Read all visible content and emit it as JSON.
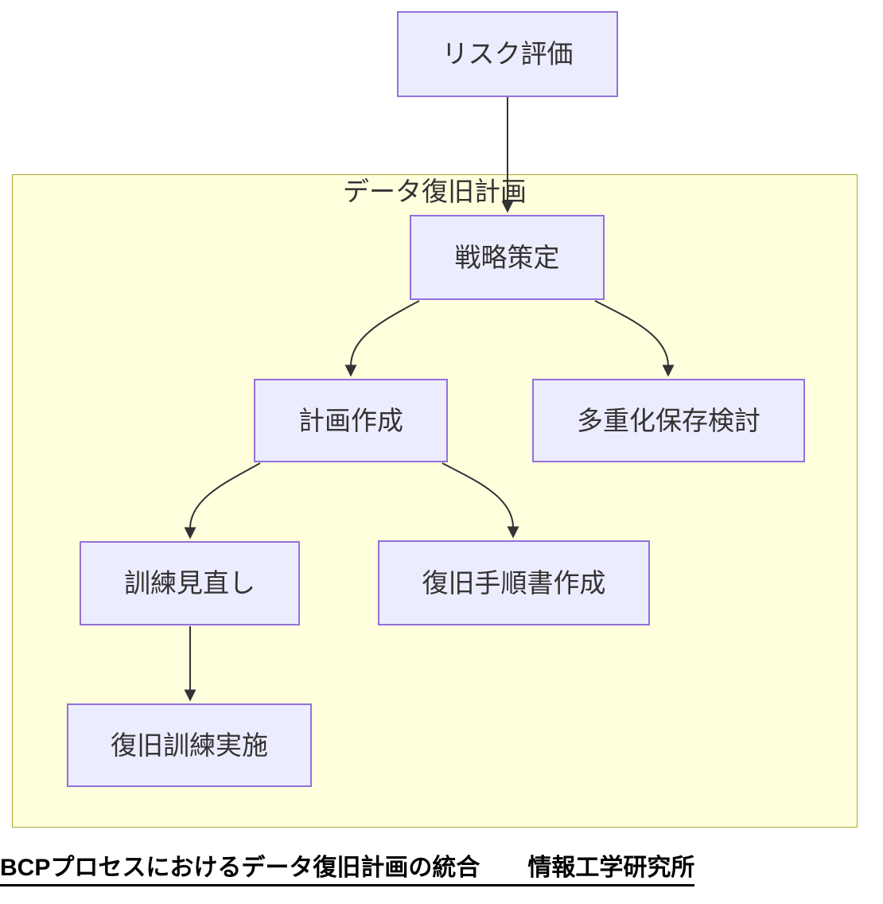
{
  "cluster": {
    "label": "データ復旧計画"
  },
  "nodes": {
    "risk": {
      "label": "リスク評価"
    },
    "strategy": {
      "label": "戦略策定"
    },
    "plan": {
      "label": "計画作成"
    },
    "redundancy": {
      "label": "多重化保存検討"
    },
    "training_review": {
      "label": "訓練見直し"
    },
    "procedure_doc": {
      "label": "復旧手順書作成"
    },
    "training_exec": {
      "label": "復旧訓練実施"
    }
  },
  "edges": [
    {
      "from": "リスク評価",
      "to": "戦略策定"
    },
    {
      "from": "戦略策定",
      "to": "計画作成"
    },
    {
      "from": "戦略策定",
      "to": "多重化保存検討"
    },
    {
      "from": "計画作成",
      "to": "訓練見直し"
    },
    {
      "from": "計画作成",
      "to": "復旧手順書作成"
    },
    {
      "from": "訓練見直し",
      "to": "復旧訓練実施"
    }
  ],
  "caption": "BCPプロセスにおけるデータ復旧計画の統合　　情報工学研究所",
  "colors": {
    "node_fill": "#ECECFF",
    "node_border": "#9370DB",
    "cluster_fill": "#FFFFDE",
    "cluster_border": "#AAAA33",
    "edge": "#333333",
    "text": "#333333",
    "caption": "#000000"
  }
}
